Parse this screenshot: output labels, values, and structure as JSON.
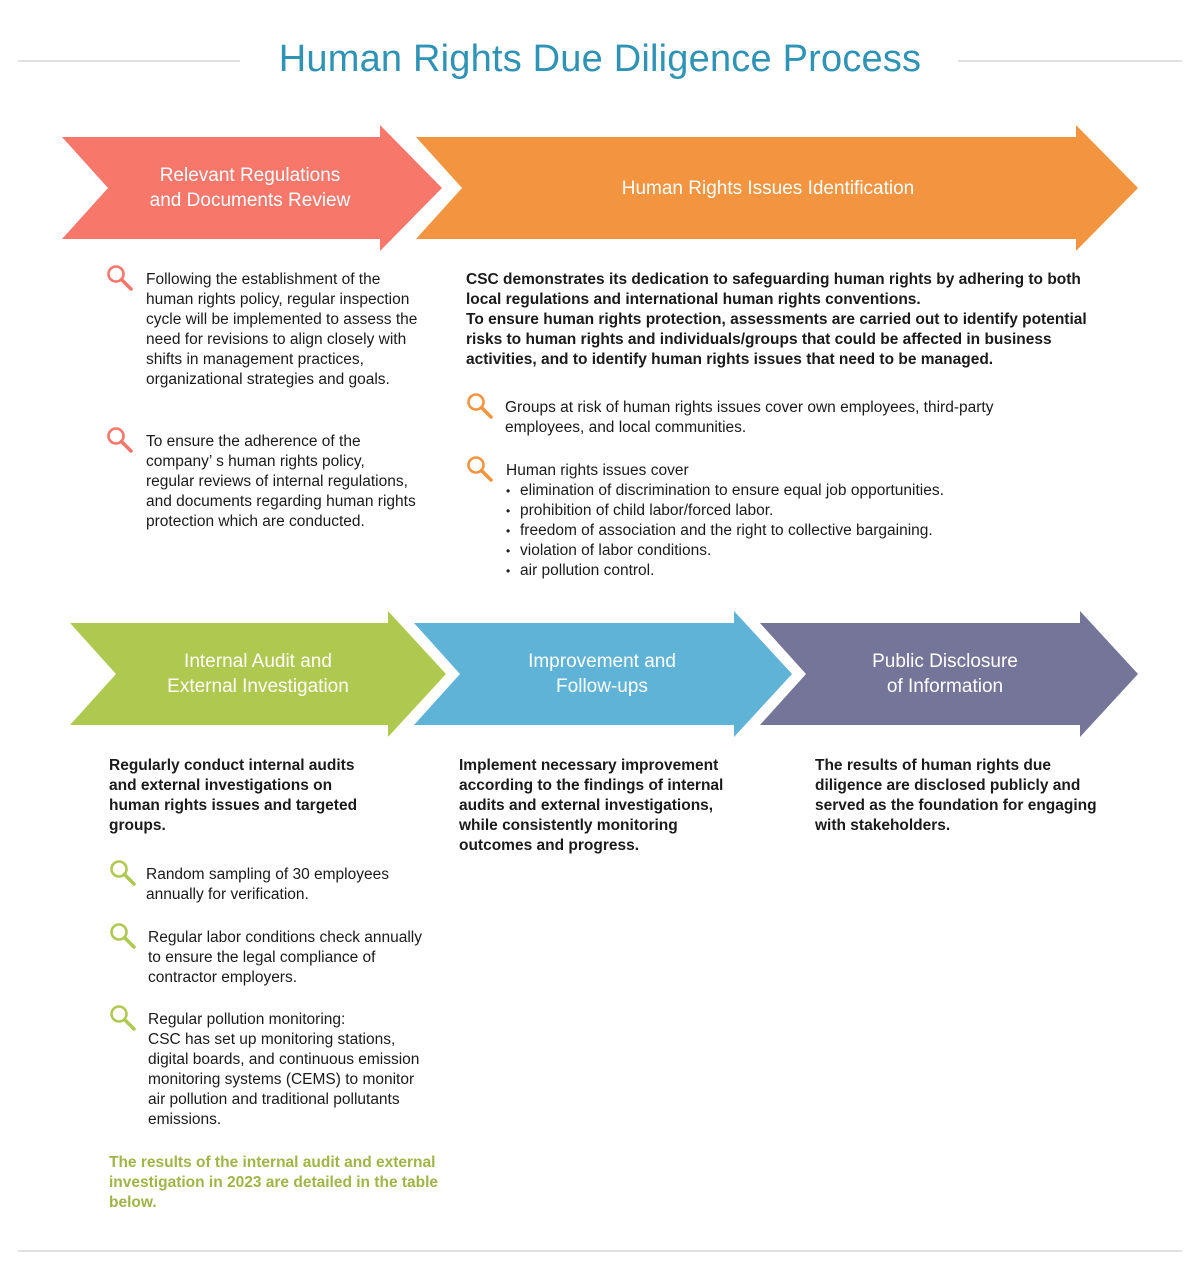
{
  "title": "Human Rights Due Diligence Process",
  "colors": {
    "title": "#2e93b5",
    "step1": "#f7776b",
    "step2": "#f39440",
    "step3": "#afc950",
    "step4": "#5fb3d7",
    "step5": "#747598",
    "note": "#9fb547"
  },
  "steps": [
    {
      "label": "Relevant Regulations\nand Documents Review",
      "items": [
        "Following the establishment of the human rights policy, regular inspection cycle will be implemented to assess the need for revisions to align closely with shifts in management practices, organizational strategies and goals.",
        "To ensure the adherence of the company’ s human rights policy, regular reviews of internal regulations, and documents regarding human rights protection which are conducted."
      ]
    },
    {
      "label": "Human Rights Issues Identification",
      "intro": "CSC demonstrates its dedication to safeguarding human rights by adhering to both local regulations and international human rights conventions.\nTo ensure human rights protection, assessments are carried out to identify potential risks to human rights and individuals/groups that could be affected in business activities, and to identify human rights issues that need to be managed.",
      "items": [
        "Groups at risk of human rights issues cover own employees, third-party employees, and local communities.",
        "Human rights issues cover"
      ],
      "issues": [
        "elimination of discrimination to ensure equal job opportunities.",
        "prohibition of child labor/forced labor.",
        "freedom of association and the right to collective bargaining.",
        "violation of labor conditions.",
        "air pollution control."
      ]
    },
    {
      "label": "Internal Audit and\nExternal Investigation",
      "intro": "Regularly conduct internal audits and external investigations on human rights issues and targeted groups.",
      "items": [
        "Random sampling of 30 employees annually for verification.",
        "Regular labor conditions check annually to ensure the legal compliance of contractor employers.",
        "Regular pollution monitoring:\nCSC has set up monitoring stations, digital boards, and continuous emission monitoring systems (CEMS) to monitor air pollution and traditional pollutants emissions."
      ],
      "note": "The results of the internal audit and external investigation in 2023 are detailed in the table below."
    },
    {
      "label": "Improvement and\nFollow-ups",
      "intro": "Implement necessary improvement according to the findings of internal audits and external investigations, while consistently monitoring outcomes and progress."
    },
    {
      "label": "Public Disclosure\nof Information",
      "intro": "The results of human rights due diligence are disclosed publicly and served as the foundation for engaging with stakeholders."
    }
  ],
  "icon_name": "magnifier-icon"
}
